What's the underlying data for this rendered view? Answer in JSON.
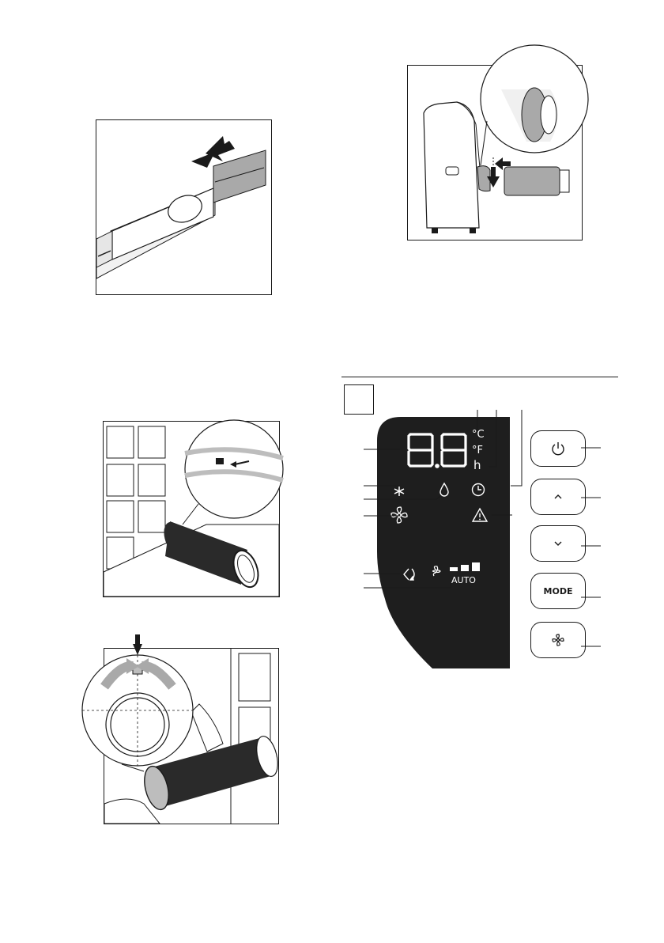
{
  "display": {
    "segment_readout": "8.8",
    "unit_celsius": "°C",
    "unit_fahrenheit": "°F",
    "unit_hours": "h",
    "fan_speed_auto": "AUTO"
  },
  "buttons": {
    "mode_label": "MODE"
  },
  "icons": {
    "power": "power-icon",
    "up": "chevron-up-icon",
    "down": "chevron-down-icon",
    "fan": "fan-icon",
    "cool": "snowflake-icon",
    "dry": "droplet-icon",
    "timer": "clock-icon",
    "alert": "warning-icon",
    "swing": "swing-icon"
  },
  "colors": {
    "panel": "#1e1e1e",
    "line": "#1a1a1a",
    "hose": "#2a2a2a",
    "highlight": "#bdbdbd"
  }
}
